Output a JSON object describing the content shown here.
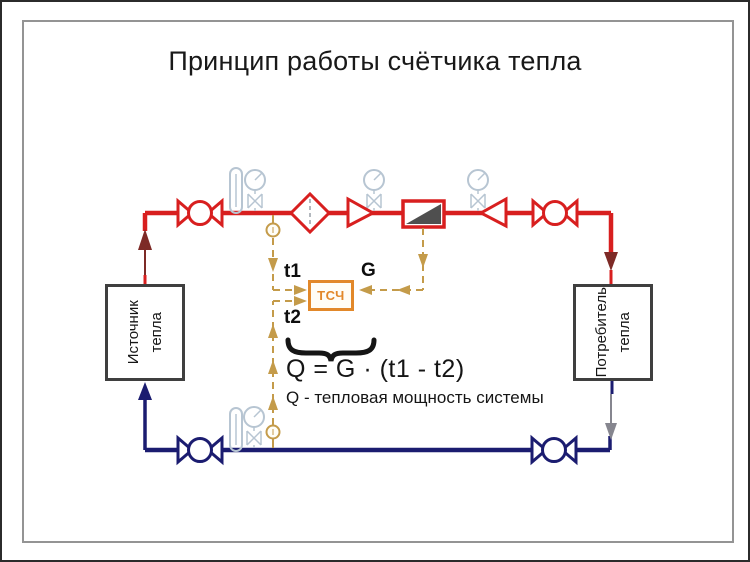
{
  "title": "Принцип работы счётчика тепла",
  "source_box": {
    "line1": "Источник",
    "line2": "тепла"
  },
  "consumer_box": {
    "line1": "Потребитель",
    "line2": "тепла"
  },
  "calculator": {
    "label": "ТСЧ"
  },
  "signals": {
    "t1": "t1",
    "t2": "t2",
    "flow": "G"
  },
  "formula": {
    "equation": "Q = G · (t1 - t2)",
    "note": "Q - тепловая мощность системы"
  },
  "colors": {
    "supply_line": "#d81f1f",
    "return_line": "#1b1c70",
    "flow_arrow_supply": "#7d2a26",
    "flow_arrow_return_grey": "#86868f",
    "signal_line": "#c49b4a",
    "instruments": "#b7c5d2",
    "calculator_accent": "#e2882a",
    "box_border": "#3f3f3f",
    "flow_meter_fill": "#4f4f4f"
  }
}
